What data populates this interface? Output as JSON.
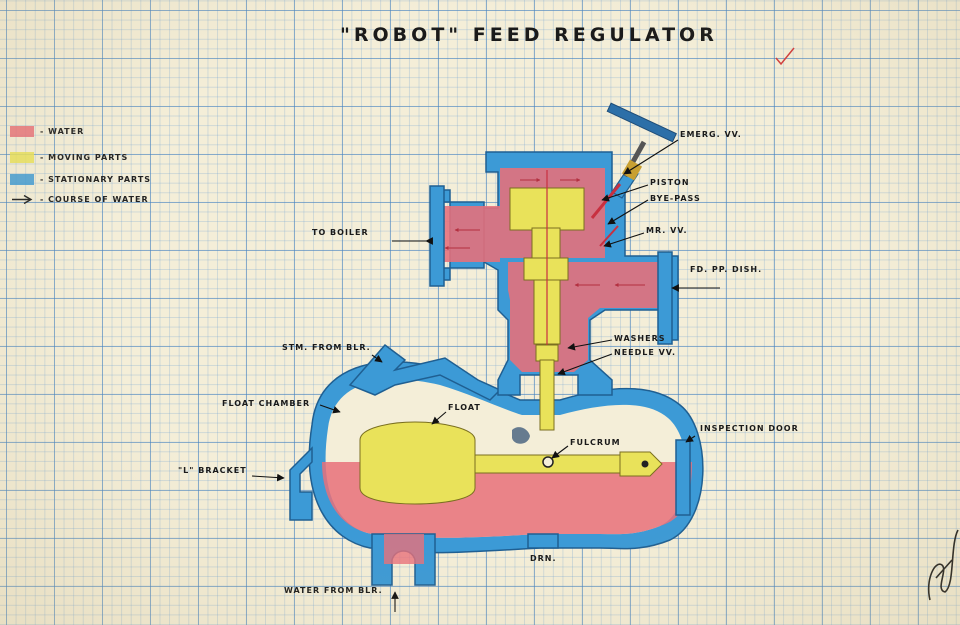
{
  "title": "\"ROBOT\" FEED REGULATOR",
  "legend": [
    {
      "label": "- WATER",
      "color": "#e8707a"
    },
    {
      "label": "- MOVING PARTS",
      "color": "#e9e25a"
    },
    {
      "label": "- STATIONARY PARTS",
      "color": "#3c9ad6"
    },
    {
      "label": "- COURSE OF WATER",
      "icon": "arrow-icon"
    }
  ],
  "labels": {
    "emerg_valve": "EMERG. VV.",
    "piston": "PISTON",
    "bye_pass": "BYE-PASS",
    "to_boiler": "TO BOILER",
    "mr_valve": "MR. VV.",
    "fd_pp_disch": "FD. PP. DISH.",
    "washers": "WASHERS",
    "needle_valve": "NEEDLE VV.",
    "stm_from_blr": "STM. FROM BLR.",
    "float_chamber": "FLOAT CHAMBER",
    "float": "FLOAT",
    "fulcrum": "FULCRUM",
    "inspection_door": "INSPECTION DOOR",
    "l_bracket": "\"L\" BRACKET",
    "drain": "DRN.",
    "water_from_blr": "WATER FROM BLR."
  }
}
